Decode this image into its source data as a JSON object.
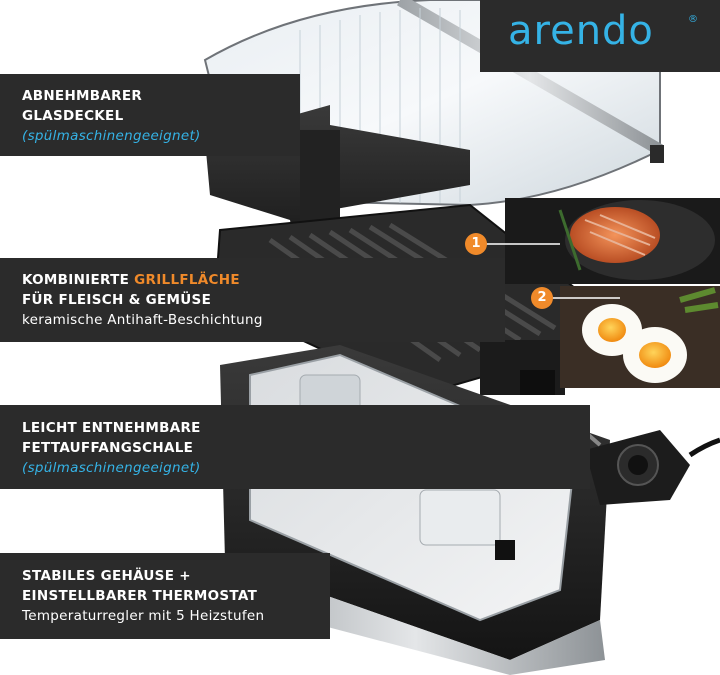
{
  "brand": {
    "name": "arendo",
    "registered": "®",
    "accent": "#35b3e6"
  },
  "feature_1": {
    "line1": "ABNEHMBARER",
    "line2": "GLASDECKEL",
    "note": "(spülmaschinengeeignet)"
  },
  "feature_2": {
    "prefix": "KOMBINIERTE ",
    "highlight": "GRILLFLÄCHE",
    "line2": "FÜR FLEISCH & GEMÜSE",
    "note": "keramische Antihaft-Beschichtung"
  },
  "feature_3": {
    "line1": "LEICHT ENTNEHMBARE",
    "line2": "FETTAUFFANGSCHALE",
    "note": "(spülmaschinengeeignet)"
  },
  "feature_4": {
    "line1": "STABILES GEHÄUSE +",
    "line2": "EINSTELLBARER THERMOSTAT",
    "note": "Temperaturregler mit 5 Heizstufen"
  },
  "callouts": {
    "one": "1",
    "two": "2"
  },
  "colors": {
    "band": "#2b2b2b",
    "highlight": "#f08a2a",
    "note_blue": "#35b3e6"
  }
}
